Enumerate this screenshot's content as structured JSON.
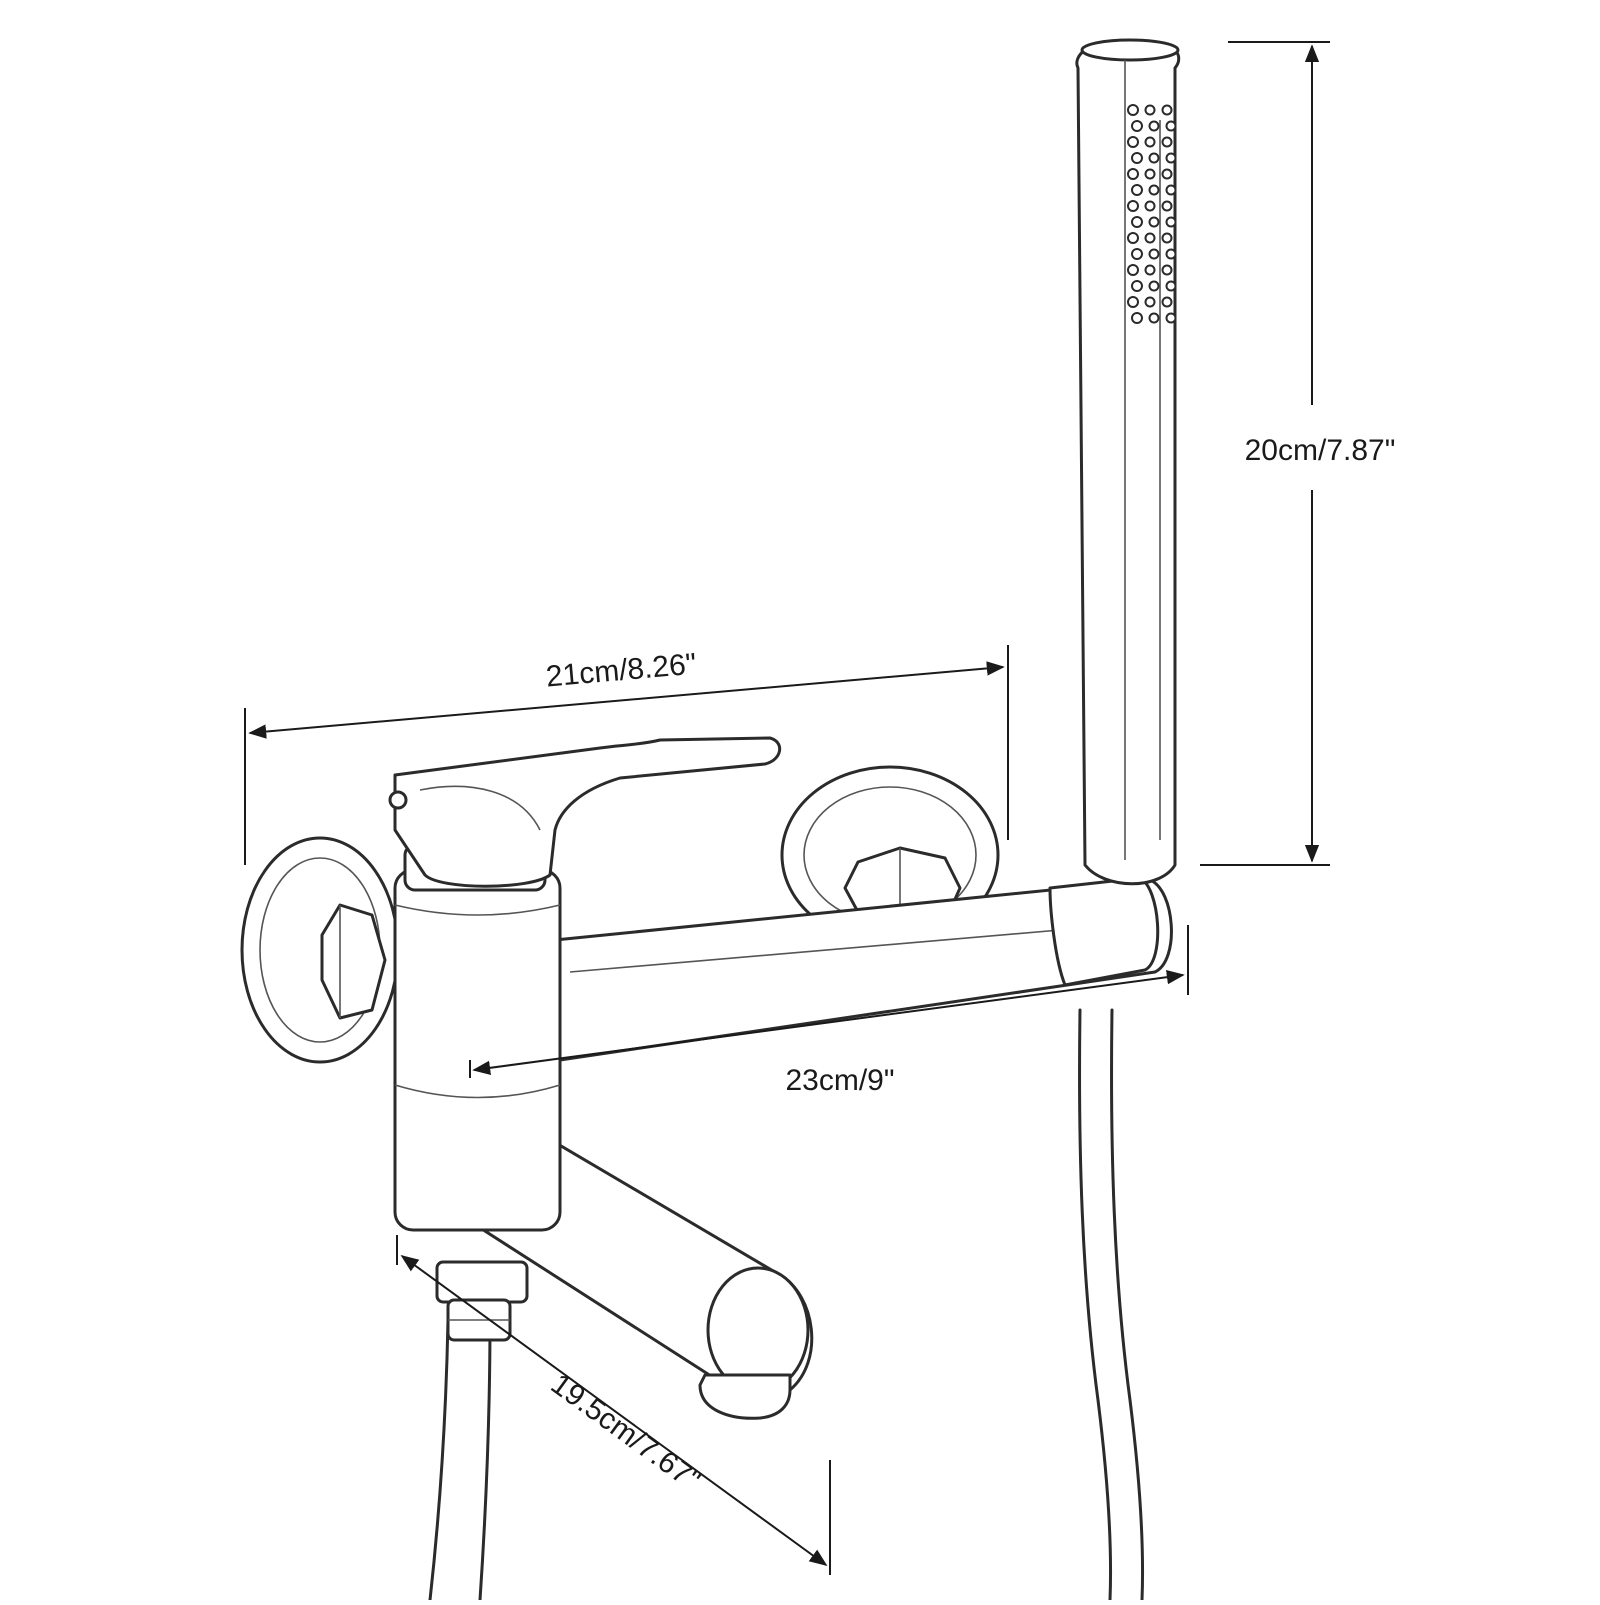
{
  "figure": {
    "subject": "wall-mounted bath mixer with hand shower",
    "colors": {
      "ink": "#2b2b2b",
      "dimension_line": "#1a1a1a",
      "background": "#ffffff"
    }
  },
  "dimensions": {
    "handshower_height": "20cm/7.87\"",
    "overall_width": "21cm/8.26\"",
    "bar_length": "23cm/9\"",
    "spout_length": "19.5cm/7.67\""
  }
}
